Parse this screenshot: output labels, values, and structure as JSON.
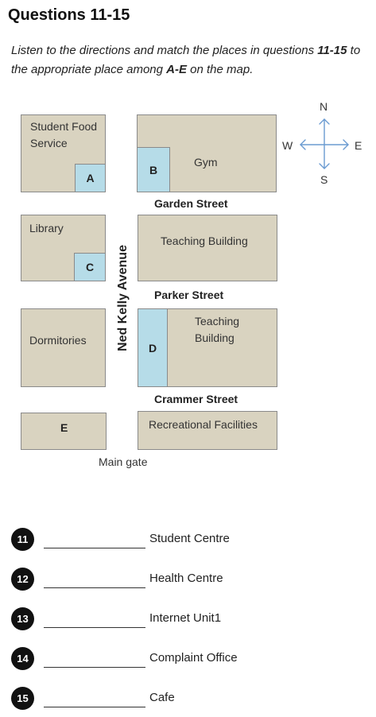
{
  "title": "Questions 11-15",
  "instructions": {
    "part1": "Listen to the directions and match the places in questions ",
    "range": "11-15",
    "part2": " to the appropriate place among ",
    "letters": "A-E",
    "part3": " on the map."
  },
  "map": {
    "blocks": {
      "student_food_service": [
        "Student Food",
        "Service"
      ],
      "gym": "Gym",
      "library": "Library",
      "teaching_building_1": "Teaching Building",
      "dormitories": "Dormitories",
      "teaching_building_2": [
        "Teaching",
        "Building"
      ],
      "recreational_facilities": "Recreational Facilities"
    },
    "spots": {
      "a": "A",
      "b": "B",
      "c": "C",
      "d": "D",
      "e": "E"
    },
    "streets": {
      "garden": "Garden Street",
      "parker": "Parker Street",
      "crammer": "Crammer Street",
      "avenue": "Ned Kelly Avenue"
    },
    "main_gate": "Main gate",
    "compass": {
      "n": "N",
      "s": "S",
      "e": "E",
      "w": "W"
    }
  },
  "questions": [
    {
      "number": "11",
      "place": "Student Centre"
    },
    {
      "number": "12",
      "place": "Health Centre"
    },
    {
      "number": "13",
      "place": "Internet Unit1"
    },
    {
      "number": "14",
      "place": "Complaint Office"
    },
    {
      "number": "15",
      "place": "Cafe"
    }
  ]
}
